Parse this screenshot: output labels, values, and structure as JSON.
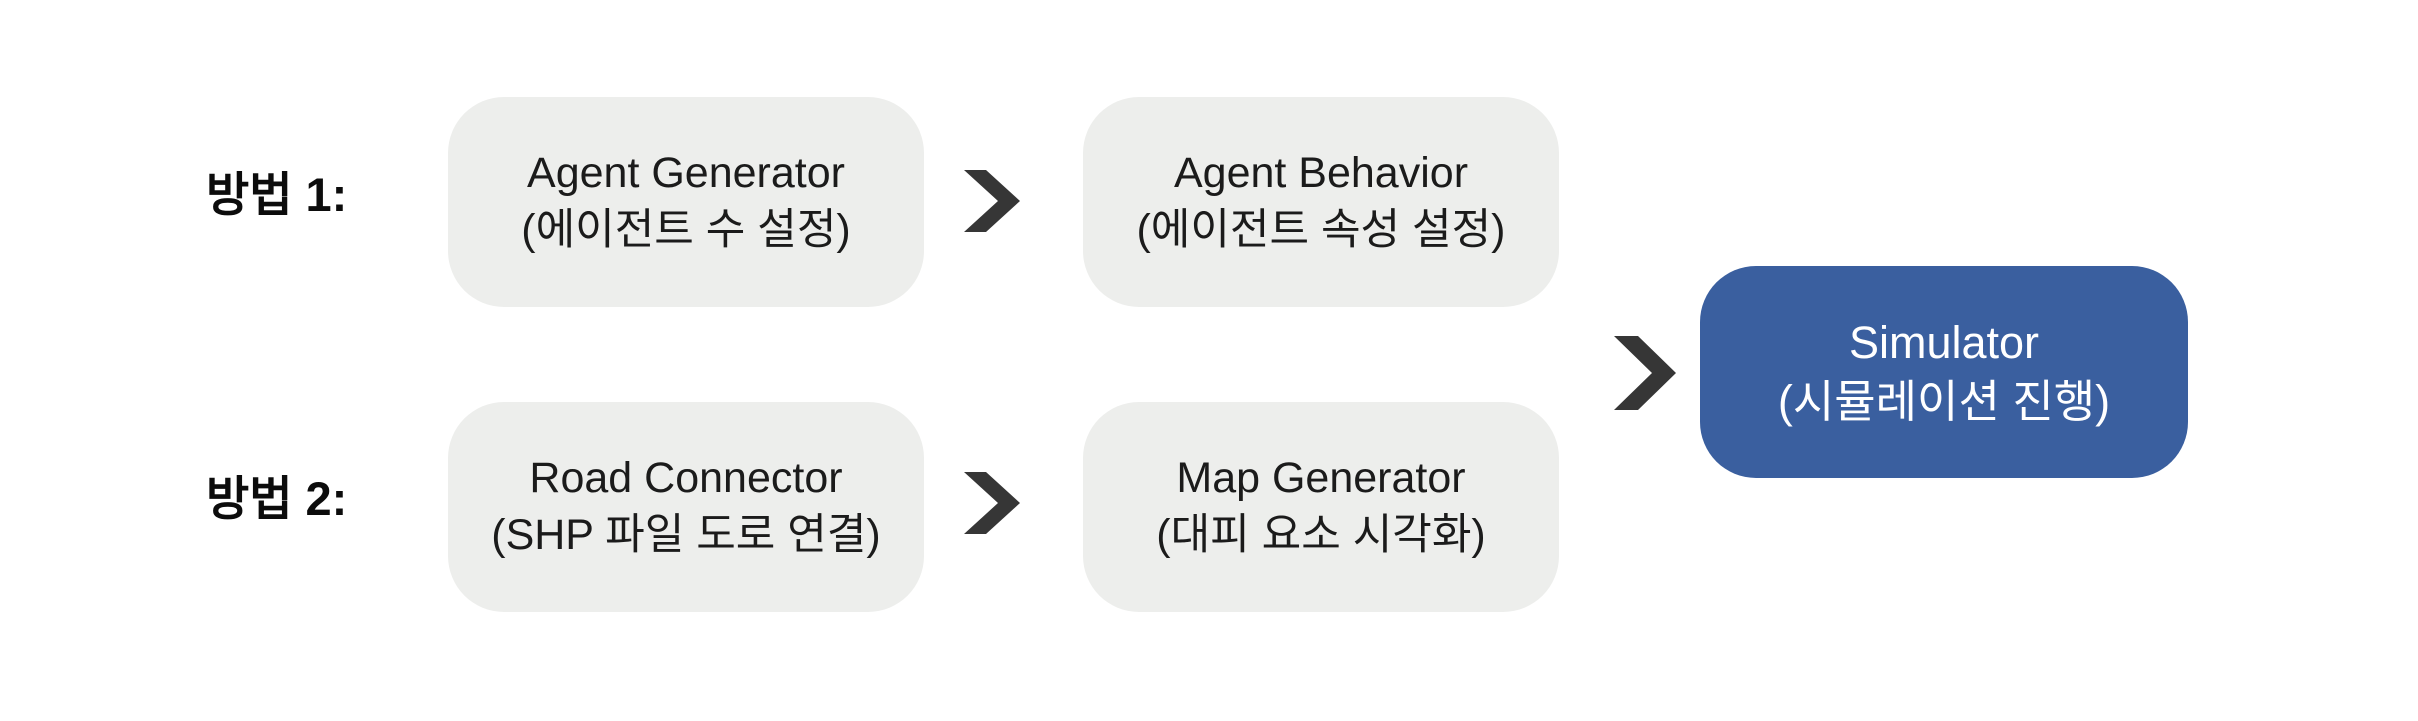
{
  "diagram": {
    "colors": {
      "box_gray": "#edeeec",
      "box_blue": "#3a5f9f",
      "arrow_dark": "#363636",
      "text_dark": "#1b1b1b",
      "text_light": "#ffffff",
      "background": "#ffffff"
    },
    "rows": [
      {
        "label": "방법 1:",
        "boxes": [
          {
            "title": "Agent Generator",
            "subtitle": "(에이전트 수 설정)"
          },
          {
            "title": "Agent Behavior",
            "subtitle": "(에이전트 속성 설정)"
          }
        ]
      },
      {
        "label": "방법 2:",
        "boxes": [
          {
            "title": "Road Connector",
            "subtitle": "(SHP 파일 도로 연결)"
          },
          {
            "title": "Map Generator",
            "subtitle": "(대피 요소 시각화)"
          }
        ]
      }
    ],
    "final": {
      "title": "Simulator",
      "subtitle": "(시뮬레이션 진행)"
    }
  }
}
